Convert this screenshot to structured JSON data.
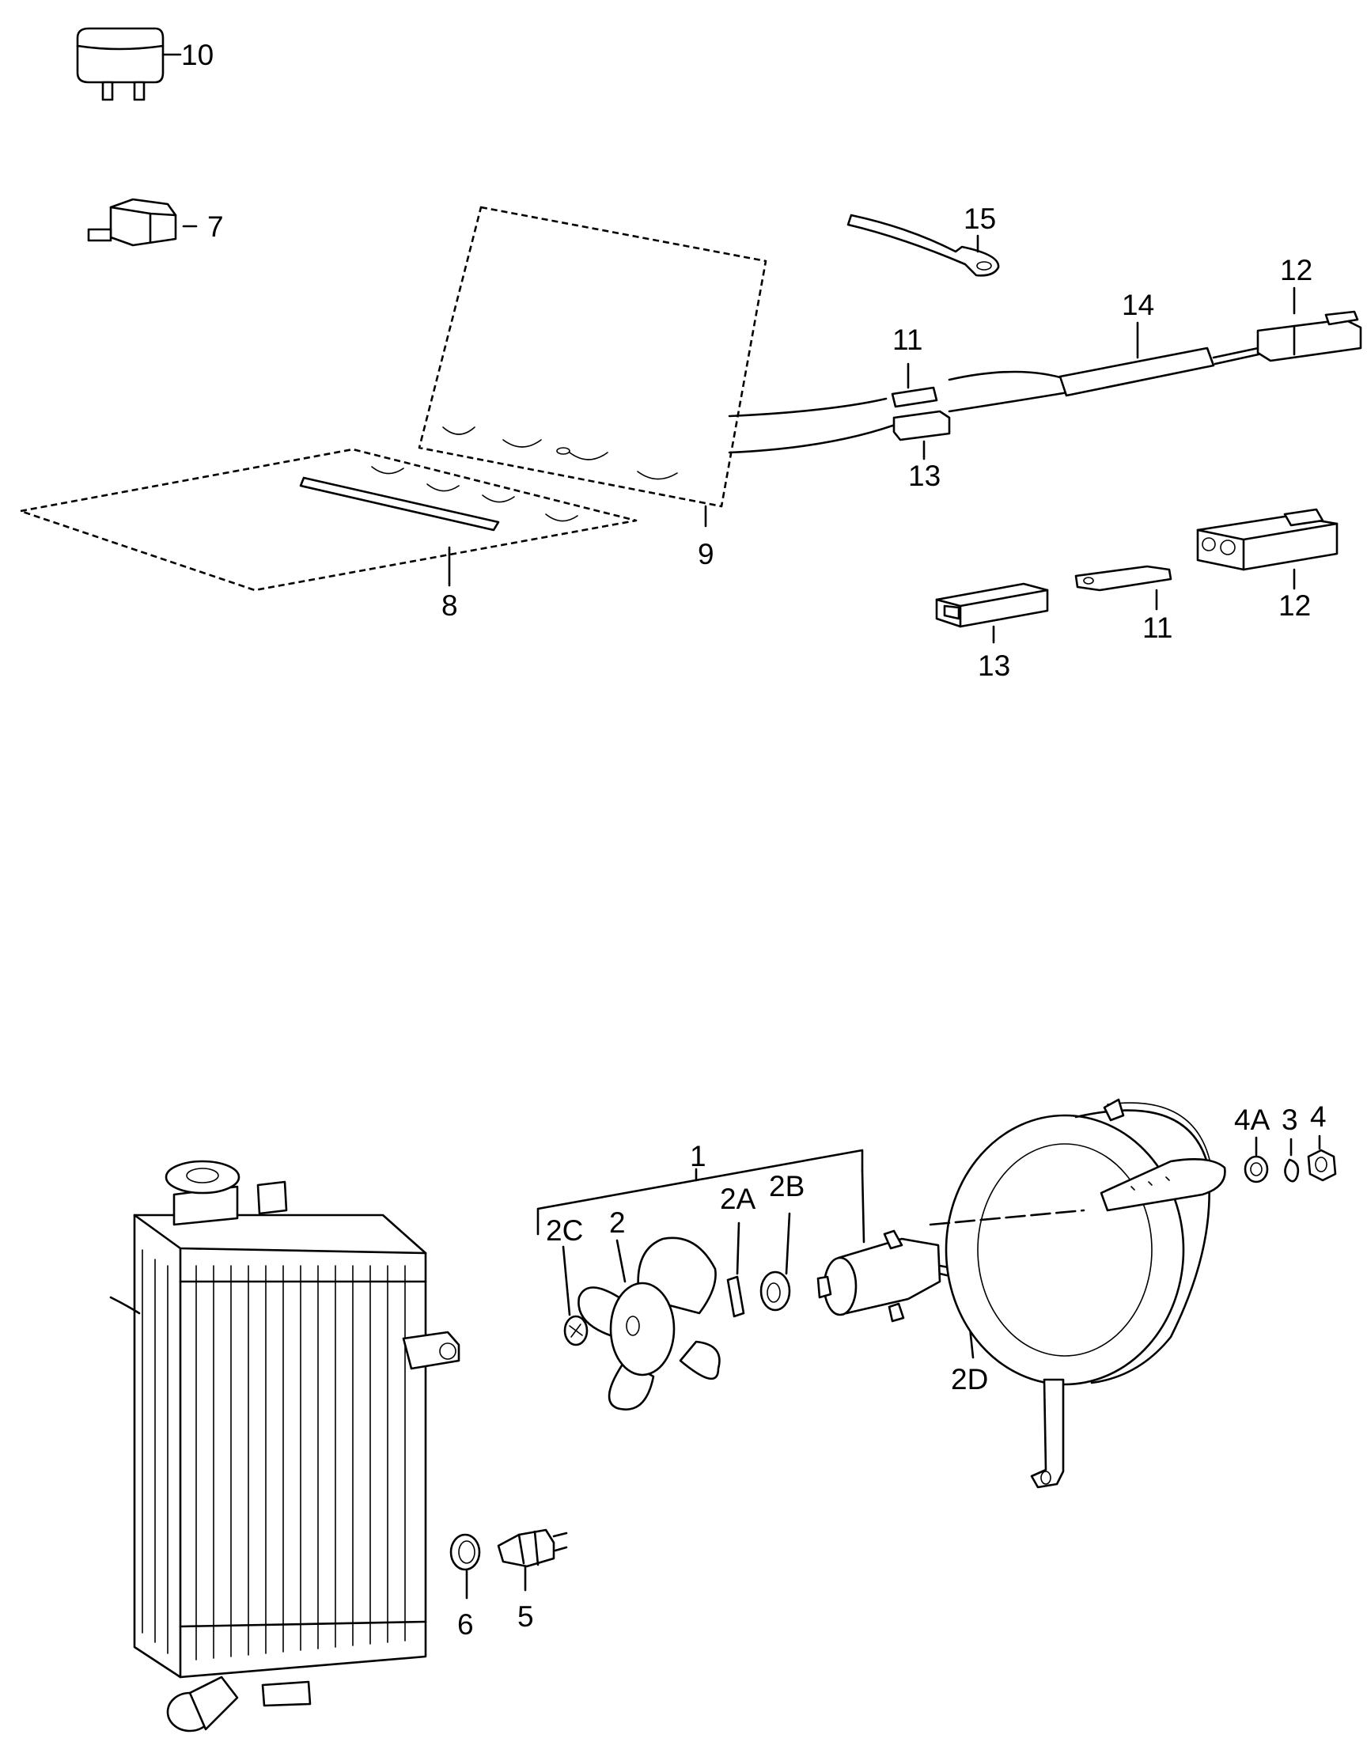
{
  "callouts": {
    "p1": "1",
    "p2": "2",
    "p2a": "2A",
    "p2b": "2B",
    "p2c": "2C",
    "p2d": "2D",
    "p3": "3",
    "p4": "4",
    "p4a": "4A",
    "p5": "5",
    "p6": "6",
    "p7": "7",
    "p8": "8",
    "p9": "9",
    "p10": "10",
    "p11_top": "11",
    "p11_bottom": "11",
    "p12_top": "12",
    "p12_bottom": "12",
    "p13_top": "13",
    "p13_bottom": "13",
    "p14": "14",
    "p15": "15"
  }
}
